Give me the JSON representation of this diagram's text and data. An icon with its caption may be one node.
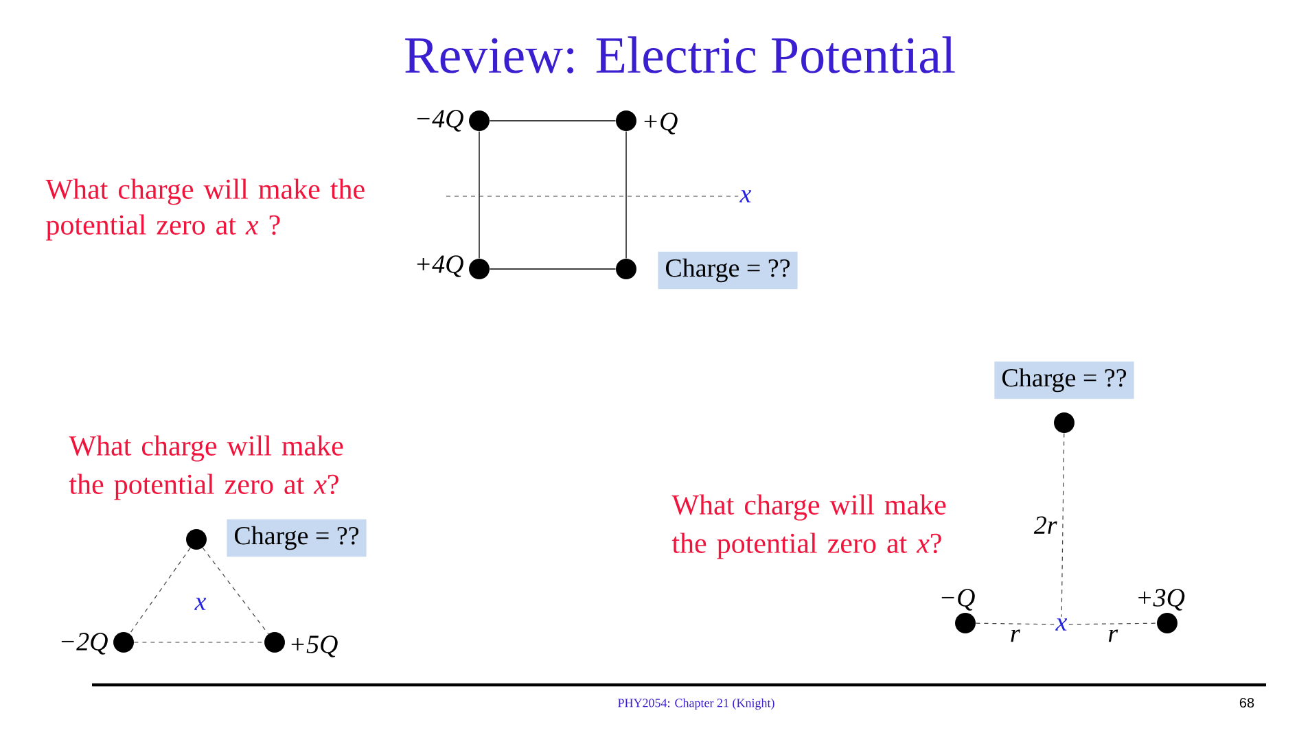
{
  "diagram": {
    "title": "Review: Electric Potential",
    "nodes": [
      {
        "text": [],
        "shape": "circle",
        "beside": [
          "−4Q"
        ]
      },
      {
        "text": [],
        "shape": "circle",
        "beside": [
          "+Q"
        ]
      },
      {
        "text": [
          "x"
        ]
      },
      {
        "text": [],
        "shape": "circle",
        "beside": [
          "+4Q"
        ]
      },
      {
        "text": [],
        "shape": "circle"
      },
      {
        "text": [
          "Charge = ??"
        ]
      },
      {
        "text": [
          "Charge = ??"
        ]
      },
      {
        "text": [],
        "shape": "circle"
      },
      {
        "text": [],
        "shape": "circle"
      },
      {
        "text": [
          "Charge = ??"
        ]
      },
      {
        "text": [],
        "shape": "circle",
        "beside": [
          "−Q"
        ]
      },
      {
        "text": [
          "x"
        ]
      },
      {
        "text": [],
        "shape": "circle",
        "beside": [
          "+3Q"
        ]
      },
      {
        "text": [],
        "shape": "circle",
        "beside": [
          "−2Q"
        ]
      },
      {
        "text": [],
        "shape": "circle",
        "beside": [
          "+5Q"
        ]
      }
    ],
    "edges": [
      {
        "from": 0,
        "to": 1,
        "arrow": "none"
      },
      {
        "from": 1,
        "to": 4,
        "arrow": "none"
      },
      {
        "from": 4,
        "to": 3,
        "arrow": "none"
      },
      {
        "from": 3,
        "to": 0,
        "arrow": "none"
      },
      {
        "from": null,
        "to": 2,
        "arrow": "none",
        "style": "dashed"
      },
      {
        "from": 7,
        "to": 11,
        "arrow": "none",
        "style": "dashed",
        "label": "2r"
      },
      {
        "from": 10,
        "to": 11,
        "arrow": "none",
        "style": "dashed",
        "label": "r"
      },
      {
        "from": 11,
        "to": 12,
        "arrow": "none",
        "style": "dashed",
        "label": "r"
      },
      {
        "from": 8,
        "to": 13,
        "arrow": "none",
        "style": "dashed"
      },
      {
        "from": 13,
        "to": 14,
        "arrow": "none",
        "style": "dashed"
      },
      {
        "from": 8,
        "to": 14,
        "arrow": "none",
        "style": "dashed"
      }
    ],
    "labels": [
      "What charge will make the potential zero at *x* ?",
      "What charge will make the potential zero at *x*?",
      "What charge will make the potential zero at *x*?",
      "x",
      "PHY2054: Chapter 21 (Knight)",
      "68"
    ]
  }
}
